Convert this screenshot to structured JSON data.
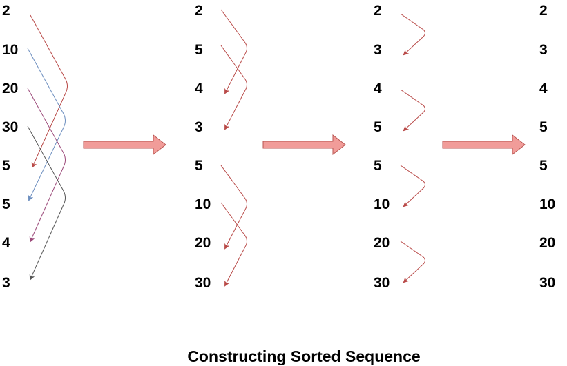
{
  "columns": [
    {
      "values": [
        "2",
        "10",
        "20",
        "30",
        "5",
        "5",
        "4",
        "3"
      ]
    },
    {
      "values": [
        "2",
        "5",
        "4",
        "3",
        "5",
        "10",
        "20",
        "30"
      ]
    },
    {
      "values": [
        "2",
        "3",
        "4",
        "5",
        "5",
        "10",
        "20",
        "30"
      ]
    },
    {
      "values": [
        "2",
        "3",
        "4",
        "5",
        "5",
        "10",
        "20",
        "30"
      ]
    }
  ],
  "caption": "Constructing Sorted Sequence",
  "colors": {
    "line_red": "#b94a48",
    "line_blue": "#6c8ebf",
    "line_purple": "#9c4a7a",
    "line_gray": "#555555",
    "arrow_fill": "#f19c99",
    "arrow_stroke": "#b85450"
  }
}
